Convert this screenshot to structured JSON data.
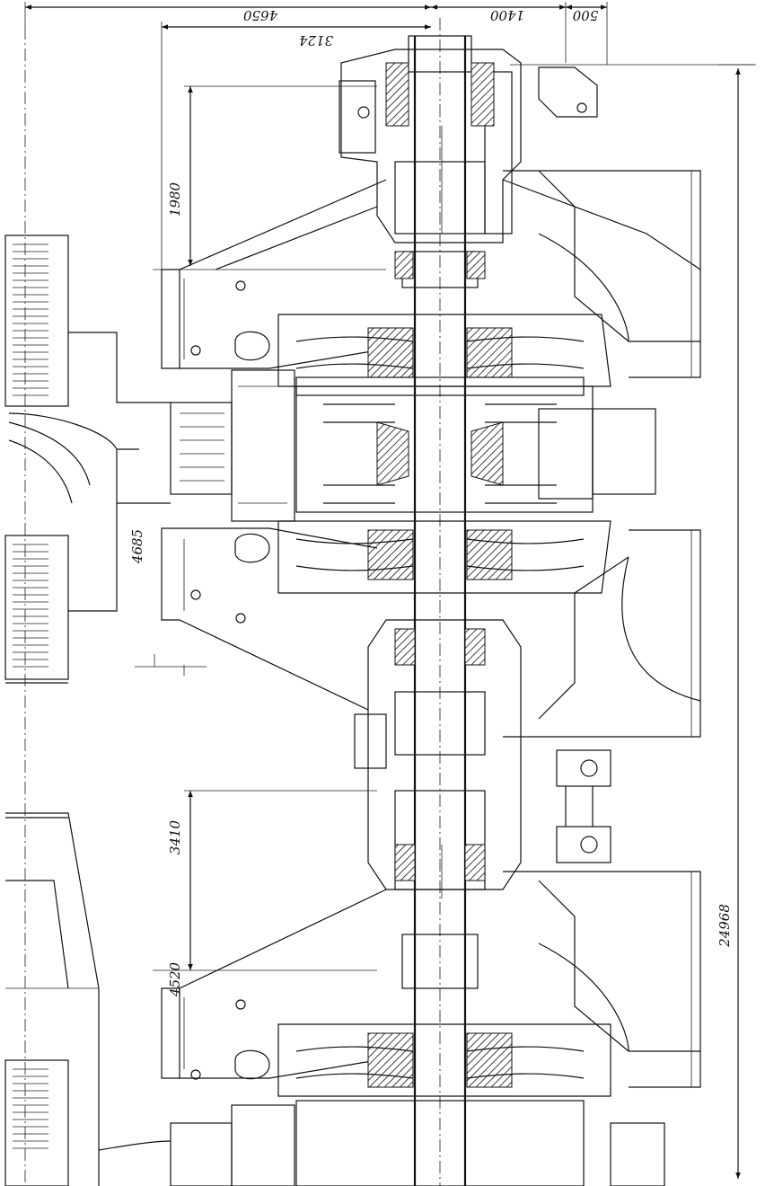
{
  "dimensions": {
    "top_total": "4650",
    "top_inner": "3124",
    "top_mid": "1400",
    "top_small": "500",
    "left_upper": "1980",
    "left_middle": "4685",
    "left_lower": "3410",
    "left_bottom": "4520",
    "right_total": "24968"
  }
}
